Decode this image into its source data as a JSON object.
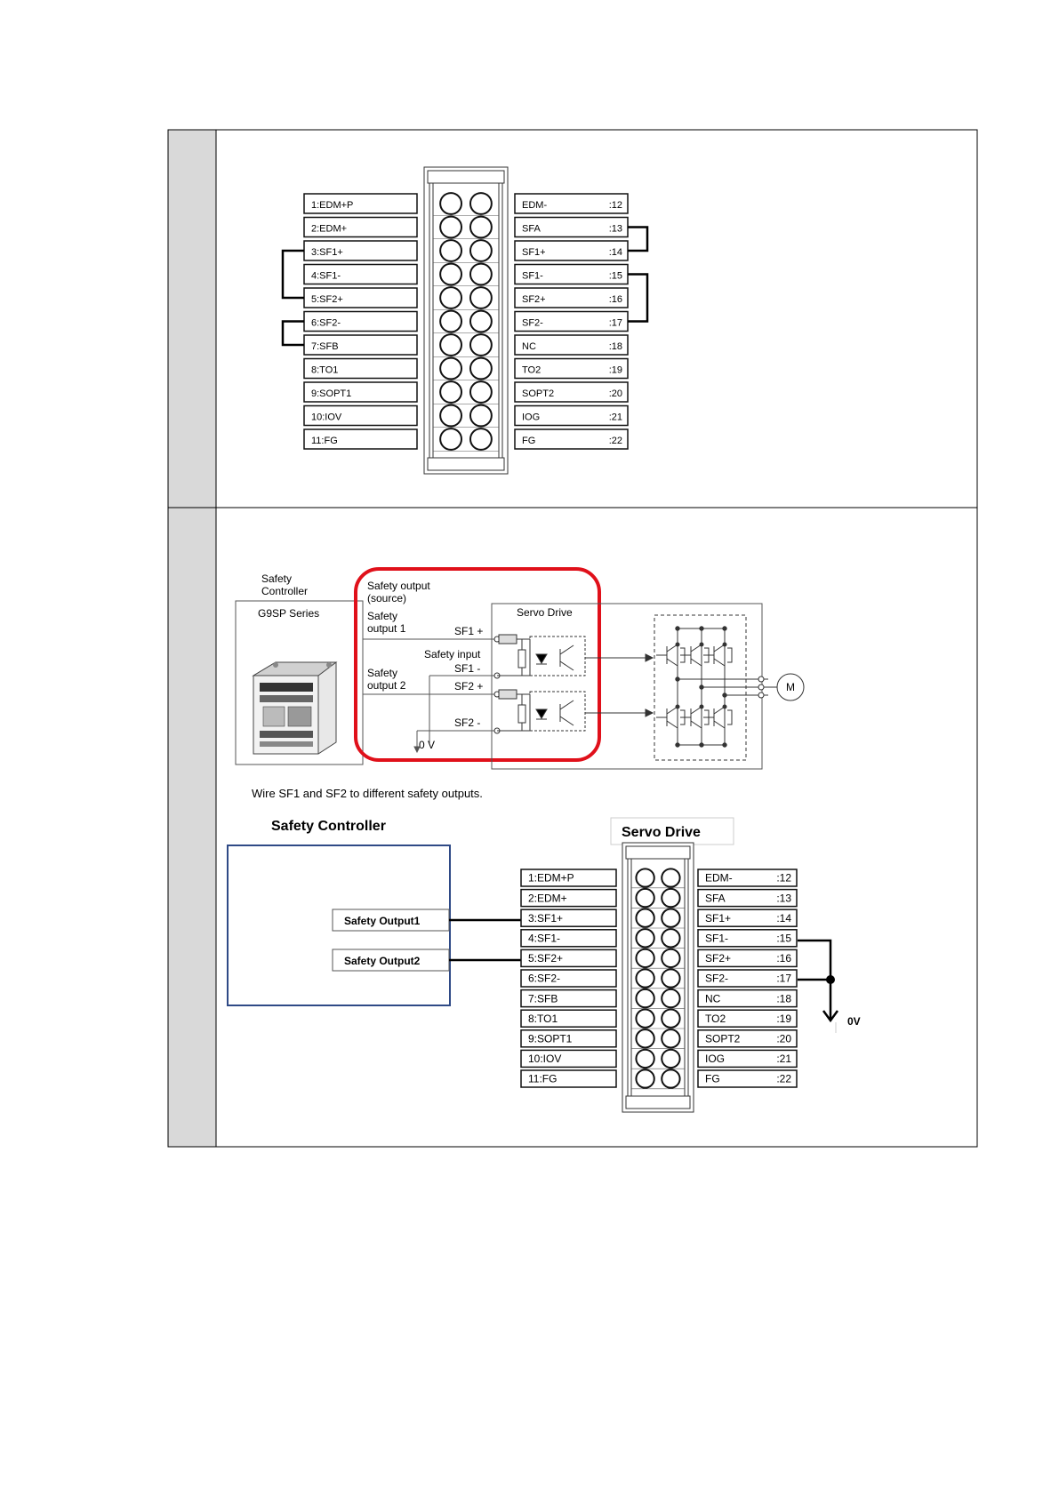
{
  "block1": {
    "left_terminals": [
      "1:EDM+P",
      "2:EDM+",
      "3:SF1+",
      "4:SF1-",
      "5:SF2+",
      "6:SF2-",
      "7:SFB",
      "8:TO1",
      "9:SOPT1",
      "10:IOV",
      "11:FG"
    ],
    "right_terminals": [
      {
        "name": "EDM-",
        "pin": ":12"
      },
      {
        "name": "SFA",
        "pin": ":13"
      },
      {
        "name": "SF1+",
        "pin": ":14"
      },
      {
        "name": "SF1-",
        "pin": ":15"
      },
      {
        "name": "SF2+",
        "pin": ":16"
      },
      {
        "name": "SF2-",
        "pin": ":17"
      },
      {
        "name": "NC",
        "pin": ":18"
      },
      {
        "name": "TO2",
        "pin": ":19"
      },
      {
        "name": "SOPT2",
        "pin": ":20"
      },
      {
        "name": "IOG",
        "pin": ":21"
      },
      {
        "name": "FG",
        "pin": ":22"
      }
    ]
  },
  "block2": {
    "schematic": {
      "safety_controller_line1": "Safety",
      "safety_controller_line2": "Controller",
      "series": "G9SP Series",
      "safety_output_source_line1": "Safety output",
      "safety_output_source_line2": "(source)",
      "safety_output1_line1": "Safety",
      "safety_output1_line2": "output 1",
      "safety_output2_line1": "Safety",
      "safety_output2_line2": "output 2",
      "safety_input": "Safety input",
      "sf1_plus": "SF1 +",
      "sf1_minus": "SF1 -",
      "sf2_plus": "SF2 +",
      "sf2_minus": "SF2 -",
      "zero_v": "0 V",
      "servo_drive": "Servo Drive",
      "motor": "M",
      "highlight_color": "#e0101a"
    },
    "caption": "Wire SF1 and SF2 to different safety outputs.",
    "wiring": {
      "controller_title": "Safety Controller",
      "servo_title": "Servo Drive",
      "output1": "Safety Output1",
      "output2": "Safety Output2",
      "zero_v": "0V",
      "controller_border_color": "#2f4a86",
      "left_terminals": [
        "1:EDM+P",
        "2:EDM+",
        "3:SF1+",
        "4:SF1-",
        "5:SF2+",
        "6:SF2-",
        "7:SFB",
        "8:TO1",
        "9:SOPT1",
        "10:IOV",
        "11:FG"
      ],
      "right_terminals": [
        {
          "name": "EDM-",
          "pin": ":12"
        },
        {
          "name": "SFA",
          "pin": ":13"
        },
        {
          "name": "SF1+",
          "pin": ":14"
        },
        {
          "name": "SF1-",
          "pin": ":15"
        },
        {
          "name": "SF2+",
          "pin": ":16"
        },
        {
          "name": "SF2-",
          "pin": ":17"
        },
        {
          "name": "NC",
          "pin": ":18"
        },
        {
          "name": "TO2",
          "pin": ":19"
        },
        {
          "name": "SOPT2",
          "pin": ":20"
        },
        {
          "name": "IOG",
          "pin": ":21"
        },
        {
          "name": "FG",
          "pin": ":22"
        }
      ]
    }
  }
}
